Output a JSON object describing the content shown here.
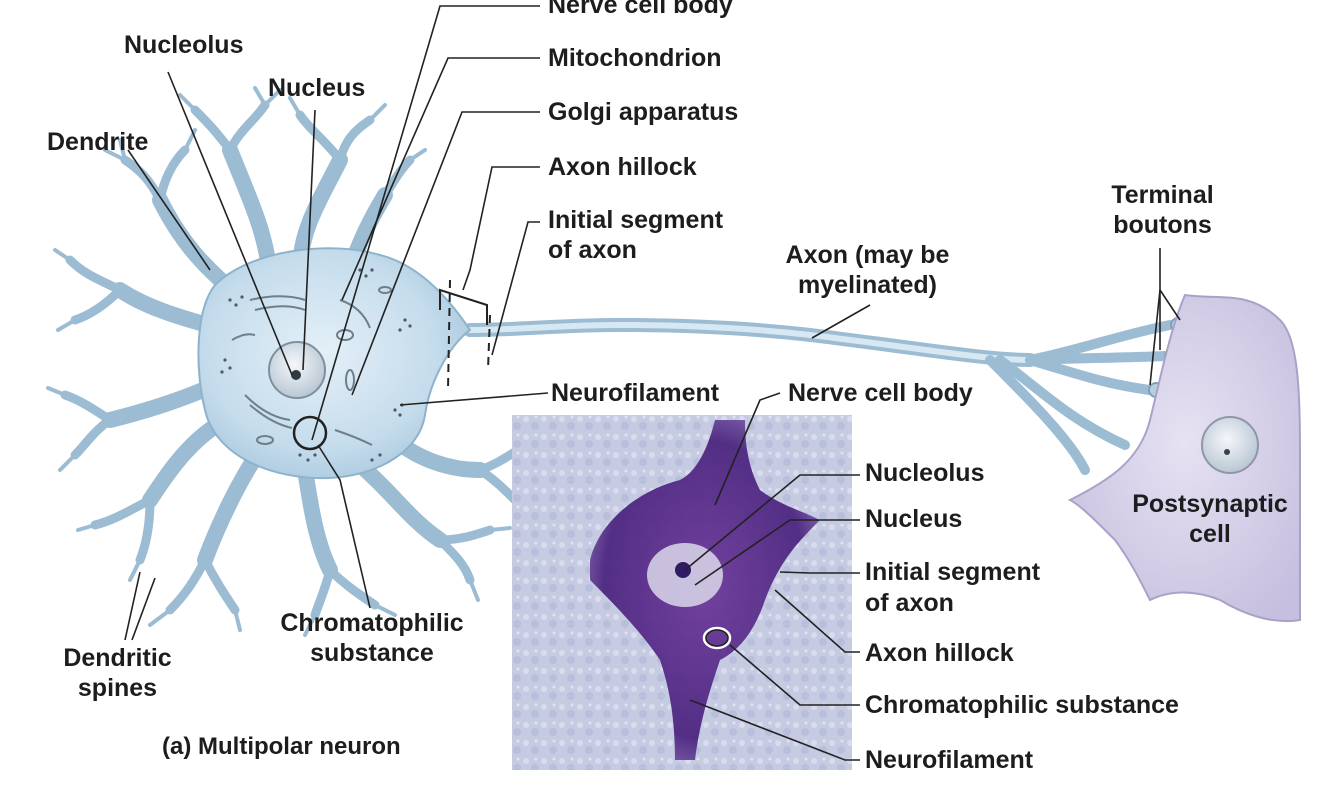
{
  "caption": "(a) Multipolar neuron",
  "labels": {
    "nerve_cell_body": "Nerve cell body",
    "mitochondrion": "Mitochondrion",
    "golgi_apparatus": "Golgi apparatus",
    "axon_hillock": "Axon hillock",
    "initial_segment": [
      "Initial segment",
      "of axon"
    ],
    "nucleolus": "Nucleolus",
    "nucleus": "Nucleus",
    "dendrite": "Dendrite",
    "terminal_boutons": [
      "Terminal",
      "boutons"
    ],
    "axon": [
      "Axon (may be",
      "myelinated)"
    ],
    "neurofilament": "Neurofilament",
    "postsynaptic_cell": [
      "Postsynaptic",
      "cell"
    ],
    "chromatophilic_substance": [
      "Chromatophilic",
      "substance"
    ],
    "dendritic_spines": [
      "Dendritic",
      "spines"
    ]
  },
  "micrograph_labels": {
    "nerve_cell_body": "Nerve cell body",
    "nucleolus": "Nucleolus",
    "nucleus": "Nucleus",
    "initial_segment": [
      "Initial segment",
      "of axon"
    ],
    "axon_hillock": "Axon hillock",
    "chromatophilic_substance": "Chromatophilic substance",
    "neurofilament": "Neurofilament"
  },
  "colors": {
    "neuron_fill": "#c9e0ef",
    "neuron_stroke": "#8fb2cb",
    "postsynaptic_fill": "#d6d0e8",
    "micrograph_bg": "#c8cde3",
    "stain": "#5a2f86",
    "leader": "#222222"
  }
}
